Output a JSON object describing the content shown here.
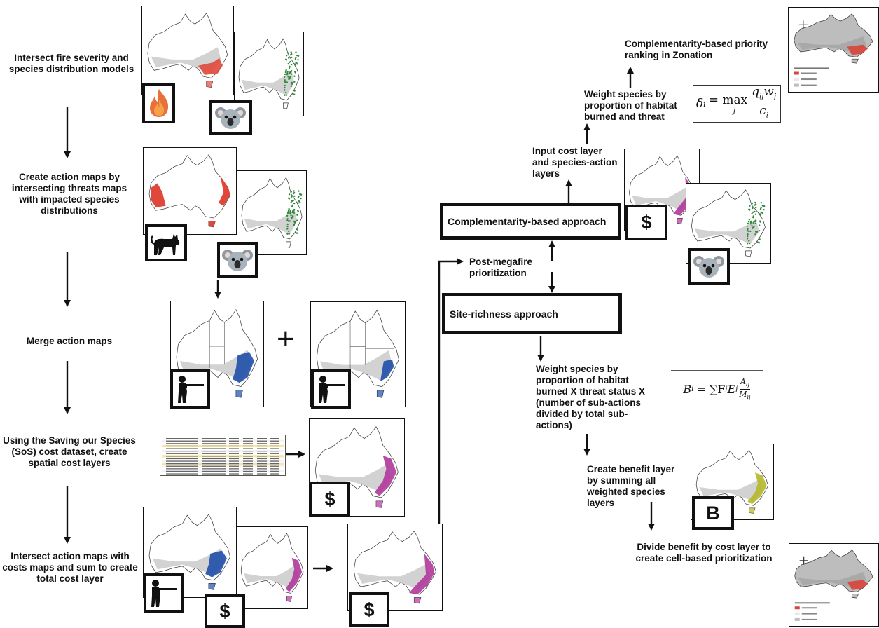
{
  "steps": {
    "s1": "Intersect fire severity and species distribution models",
    "s2": "Create action maps by intersecting threats maps with impacted species distributions",
    "s3": "Merge action maps",
    "s4": "Using the Saving our Species (SoS) cost dataset, create spatial cost layers",
    "s5": "Intersect action maps with costs maps and sum to create total cost layer"
  },
  "center": {
    "post_megafire": "Post-megafire prioritization",
    "complementarity_box": "Complementarity-based approach",
    "site_richness_box": "Site-richness approach"
  },
  "complementarity": {
    "input": "Input cost layer and species-action layers",
    "weight": "Weight species by proportion of habitat burned and threat",
    "ranking": "Complementarity-based priority ranking in Zonation"
  },
  "site_richness": {
    "weight": "Weight species by proportion of habitat burned X threat status X (number of sub-actions divided by total sub-actions)",
    "benefit": "Create benefit layer by summing all weighted species layers",
    "divide": "Divide benefit by cost layer to create cell-based prioritization"
  },
  "formulas": {
    "delta_lhs": "δ",
    "delta_sub": "i",
    "delta_eq": "= max",
    "delta_j": "j",
    "delta_num": "q",
    "delta_num_sub": "ij",
    "delta_w": "w",
    "delta_w_sub": "j",
    "delta_den": "c",
    "delta_den_sub": "i",
    "b_lhs": "B",
    "b_sub": "i",
    "b_eq": "= ∑F",
    "b_fj": "j",
    "b_e": "E",
    "b_ej": "j",
    "b_num": "A",
    "b_num_sub": "ij",
    "b_den": "M",
    "b_den_sub": "ij"
  },
  "icons": {
    "dollar": "$",
    "benefit": "B",
    "fire": "fire-icon",
    "koala": "koala-icon",
    "cat": "cat-icon",
    "shooter": "shooter-icon"
  },
  "colors": {
    "fire_red": "#e0483c",
    "species_green": "#2f8a3a",
    "action_blue": "#1f4fa8",
    "cost_magenta": "#b0379b",
    "benefit_yellow": "#b5b828",
    "land_grey": "#d2d2d2",
    "priority_red": "#d8443b"
  }
}
